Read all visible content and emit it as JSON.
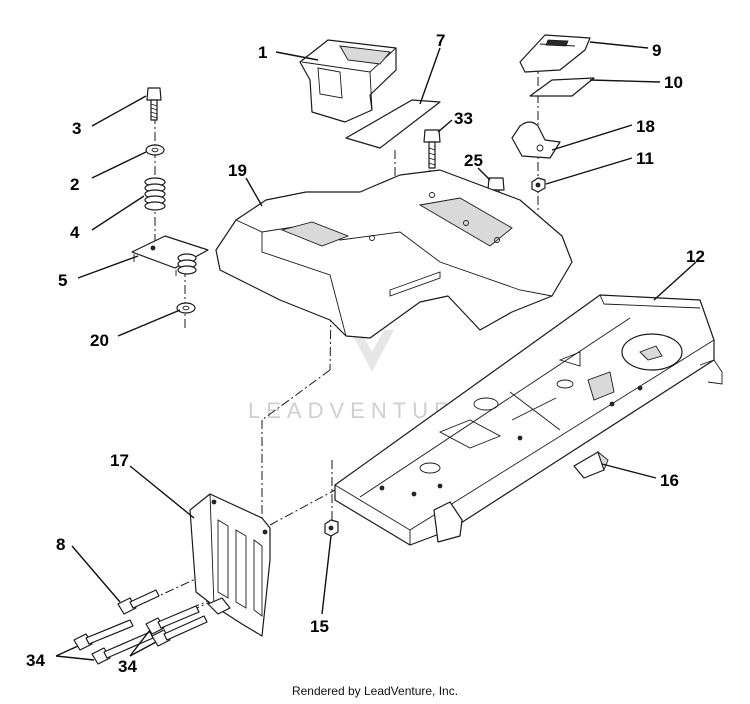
{
  "watermark": "LEADVENTURE",
  "footer": "Rendered by LeadVenture, Inc.",
  "callouts": {
    "c1": "1",
    "c7": "7",
    "c9": "9",
    "c10": "10",
    "c3": "3",
    "c33": "33",
    "c18": "18",
    "c2": "2",
    "c25": "25",
    "c11": "11",
    "c19": "19",
    "c4": "4",
    "c12": "12",
    "c5": "5",
    "c20": "20",
    "c17": "17",
    "c16": "16",
    "c8": "8",
    "c15": "15",
    "c34a": "34",
    "c34b": "34"
  }
}
